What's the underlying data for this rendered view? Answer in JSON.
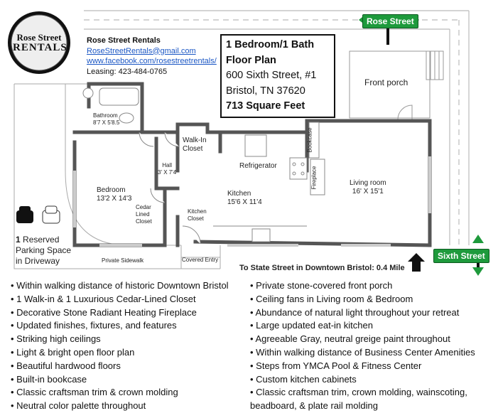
{
  "logo": {
    "line1": "Rose Street",
    "line2": "RENTALS"
  },
  "contact": {
    "company": "Rose Street Rentals",
    "email": "RoseStreetRentals@gmail.com",
    "facebook": "www.facebook.com/rosestreetrentals/",
    "leasing": "Leasing: 423-484-0765"
  },
  "title": {
    "line1": "1 Bedroom/1 Bath",
    "line2": "Floor Plan",
    "address1": "600 Sixth Street, #1",
    "address2": "Bristol, TN 37620",
    "size": "713 Square Feet"
  },
  "streets": {
    "top": "Rose Street",
    "right": "Sixth Street"
  },
  "rooms": {
    "front_porch": "Front porch",
    "bathroom": "Bathroom",
    "bathroom_dim": "8'7 X 5'8.5",
    "walkin": "Walk-In",
    "walkin2": "Closet",
    "hall": "Hall",
    "hall_dim": "3' X 7'4",
    "refrigerator": "Refrigerator",
    "bookcase": "Bookcase",
    "fireplace": "Fireplace",
    "living": "Living room",
    "living_dim": "16' X 15'1",
    "bedroom": "Bedroom",
    "bedroom_dim": "13'2 X 14'3",
    "kitchen": "Kitchen",
    "kitchen_dim": "15'6 X 11'4",
    "cedar1": "Cedar",
    "cedar2": "Lined",
    "cedar3": "Closet",
    "kcloset1": "Kitchen",
    "kcloset2": "Closet",
    "sidewalk": "Private Sidewalk",
    "entry": "Covered Entry"
  },
  "parking": {
    "count": "1",
    "line1": " Reserved",
    "line2": "Parking Space",
    "line3": "in Driveway"
  },
  "distance": "To State Street in Downtown Bristol: 0.4 Mile",
  "features_left": [
    "• Within walking distance of historic Downtown Bristol",
    "• 1 Walk-in & 1 Luxurious Cedar-Lined Closet",
    "• Decorative Stone Radiant Heating Fireplace",
    "• Updated finishes, fixtures, and features",
    "• Striking high ceilings",
    "• Light & bright open floor plan",
    "• Beautiful hardwood floors",
    "• Built-in bookcase",
    "• Classic craftsman trim & crown molding",
    "• Neutral color palette throughout"
  ],
  "features_right": [
    "• Private stone-covered front porch",
    "• Ceiling fans in Living room & Bedroom",
    "• Abundance of natural light throughout your retreat",
    "• Large updated eat-in kitchen",
    "•  Agreeable Gray, neutral greige paint throughout",
    "• Within walking distance of Business Center Amenities",
    "• Steps from YMCA Pool & Fitness Center",
    "• Custom kitchen cabinets",
    "• Classic craftsman trim, crown molding, wainscoting,",
    "beadboard, & plate rail molding"
  ],
  "colors": {
    "sign_green": "#1e9a3c",
    "wall": "#555555",
    "link": "#1a56c4"
  }
}
